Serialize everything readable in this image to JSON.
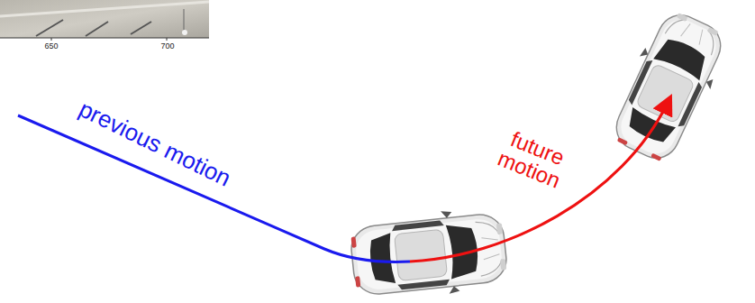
{
  "diagram": {
    "labels": [
      "650",
      "700",
      "previous motion",
      "future motion"
    ]
  }
}
